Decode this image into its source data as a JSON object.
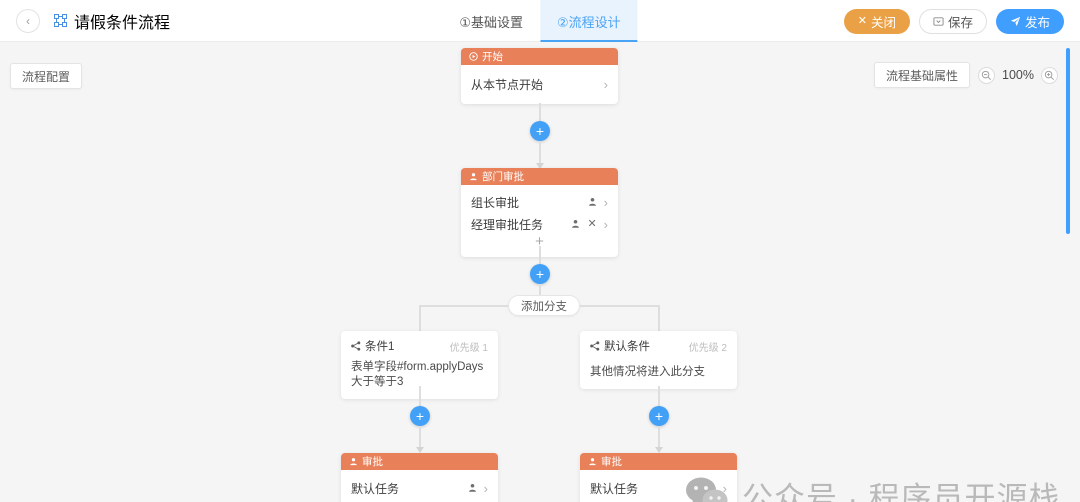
{
  "header": {
    "back_icon": "chevron-left-icon",
    "title_icon": "flow-icon",
    "title": "请假条件流程",
    "tabs": [
      {
        "label": "①基础设置",
        "active": false
      },
      {
        "label": "②流程设计",
        "active": true
      }
    ],
    "buttons": {
      "close": {
        "label": "关闭",
        "icon": "close-icon",
        "color": "#eaa145"
      },
      "save": {
        "label": "保存",
        "icon": "save-icon",
        "color": "#ffffff"
      },
      "publish": {
        "label": "发布",
        "icon": "send-icon",
        "color": "#409eff"
      }
    }
  },
  "toolbar": {
    "flow_config_label": "流程配置",
    "flow_props_label": "流程基础属性",
    "zoom_out_icon": "zoom-out-icon",
    "zoom_in_icon": "zoom-in-icon",
    "zoom_level": "100%"
  },
  "flow": {
    "add_branch_label": "添加分支",
    "plus_label": "+",
    "node_add_label": "+",
    "start_node": {
      "header_icon": "play-circle-icon",
      "header_label": "开始",
      "rows": [
        {
          "label": "从本节点开始",
          "has_user": false,
          "has_delete": false
        }
      ]
    },
    "dept_node": {
      "header_icon": "user-check-icon",
      "header_label": "部门审批",
      "rows": [
        {
          "label": "组长审批",
          "has_user": true,
          "has_delete": false
        },
        {
          "label": "经理审批任务",
          "has_user": true,
          "has_delete": true
        }
      ]
    },
    "branches": [
      {
        "icon": "branch-icon",
        "name": "条件1",
        "priority": "优先级 1",
        "desc": "表单字段#form.applyDays大于等于3",
        "approval_node": {
          "header_icon": "user-check-icon",
          "header_label": "审批",
          "rows": [
            {
              "label": "默认任务",
              "has_user": true,
              "has_delete": false
            }
          ]
        }
      },
      {
        "icon": "branch-icon",
        "name": "默认条件",
        "priority": "优先级 2",
        "desc": "其他情况将进入此分支",
        "approval_node": {
          "header_icon": "user-check-icon",
          "header_label": "审批",
          "rows": [
            {
              "label": "默认任务",
              "has_user": true,
              "has_delete": false
            }
          ]
        }
      }
    ]
  },
  "watermark": {
    "logo_icon": "wechat-icon",
    "text": "公众号 · 程序员开源栈"
  },
  "colors": {
    "node_header": "#e8805a",
    "accent": "#409eff",
    "tab_active": "#4aa3f5",
    "close_btn": "#eaa145"
  }
}
